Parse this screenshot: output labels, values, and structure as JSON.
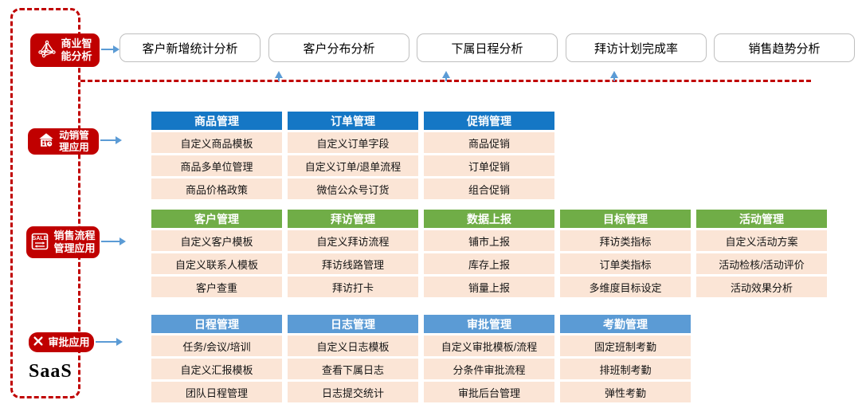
{
  "saas_label": "SaaS",
  "badges": [
    {
      "label": "商业智\n能分析",
      "icon": "network-icon"
    },
    {
      "label": "动销管\n理应用",
      "icon": "store-icon"
    },
    {
      "label": "销售流程\n管理应用",
      "icon": "sale-tag-icon"
    },
    {
      "label": "审批应用",
      "icon": "tools-icon"
    }
  ],
  "analysis_boxes": [
    "客户新增统计分析",
    "客户分布分析",
    "下属日程分析",
    "拜访计划完成率",
    "销售趋势分析"
  ],
  "groups": [
    {
      "theme": "blue",
      "header_color": "#1577C5",
      "tables": [
        {
          "header": "商品管理",
          "items": [
            "自定义商品模板",
            "商品多单位管理",
            "商品价格政策"
          ]
        },
        {
          "header": "订单管理",
          "items": [
            "自定义订单字段",
            "自定义订单/退单流程",
            "微信公众号订货"
          ]
        },
        {
          "header": "促销管理",
          "items": [
            "商品促销",
            "订单促销",
            "组合促销"
          ]
        }
      ]
    },
    {
      "theme": "green",
      "header_color": "#70AD47",
      "tables": [
        {
          "header": "客户管理",
          "items": [
            "自定义客户模板",
            "自定义联系人模板",
            "客户查重"
          ]
        },
        {
          "header": "拜访管理",
          "items": [
            "自定义拜访流程",
            "拜访线路管理",
            "拜访打卡"
          ]
        },
        {
          "header": "数据上报",
          "items": [
            "铺市上报",
            "库存上报",
            "销量上报"
          ]
        },
        {
          "header": "目标管理",
          "items": [
            "拜访类指标",
            "订单类指标",
            "多维度目标设定"
          ]
        },
        {
          "header": "活动管理",
          "items": [
            "自定义活动方案",
            "活动检核/活动评价",
            "活动效果分析"
          ]
        }
      ]
    },
    {
      "theme": "lightblue",
      "header_color": "#5B9BD5",
      "tables": [
        {
          "header": "日程管理",
          "items": [
            "任务/会议/培训",
            "自定义汇报模板",
            "团队日程管理"
          ]
        },
        {
          "header": "日志管理",
          "items": [
            "自定义日志模板",
            "查看下属日志",
            "日志提交统计"
          ]
        },
        {
          "header": "审批管理",
          "items": [
            "自定义审批模板/流程",
            "分条件审批流程",
            "审批后台管理"
          ]
        },
        {
          "header": "考勤管理",
          "items": [
            "固定班制考勤",
            "排班制考勤",
            "弹性考勤"
          ]
        }
      ]
    }
  ],
  "colors": {
    "badge_red": "#C00000",
    "dashed_red": "#C00000",
    "arrow_blue": "#5B9BD5",
    "cell_bg": "#FBE5D6",
    "box_border": "#BFBFBF",
    "group1_header": "#1577C5",
    "group2_header": "#70AD47",
    "group3_header": "#5B9BD5"
  }
}
